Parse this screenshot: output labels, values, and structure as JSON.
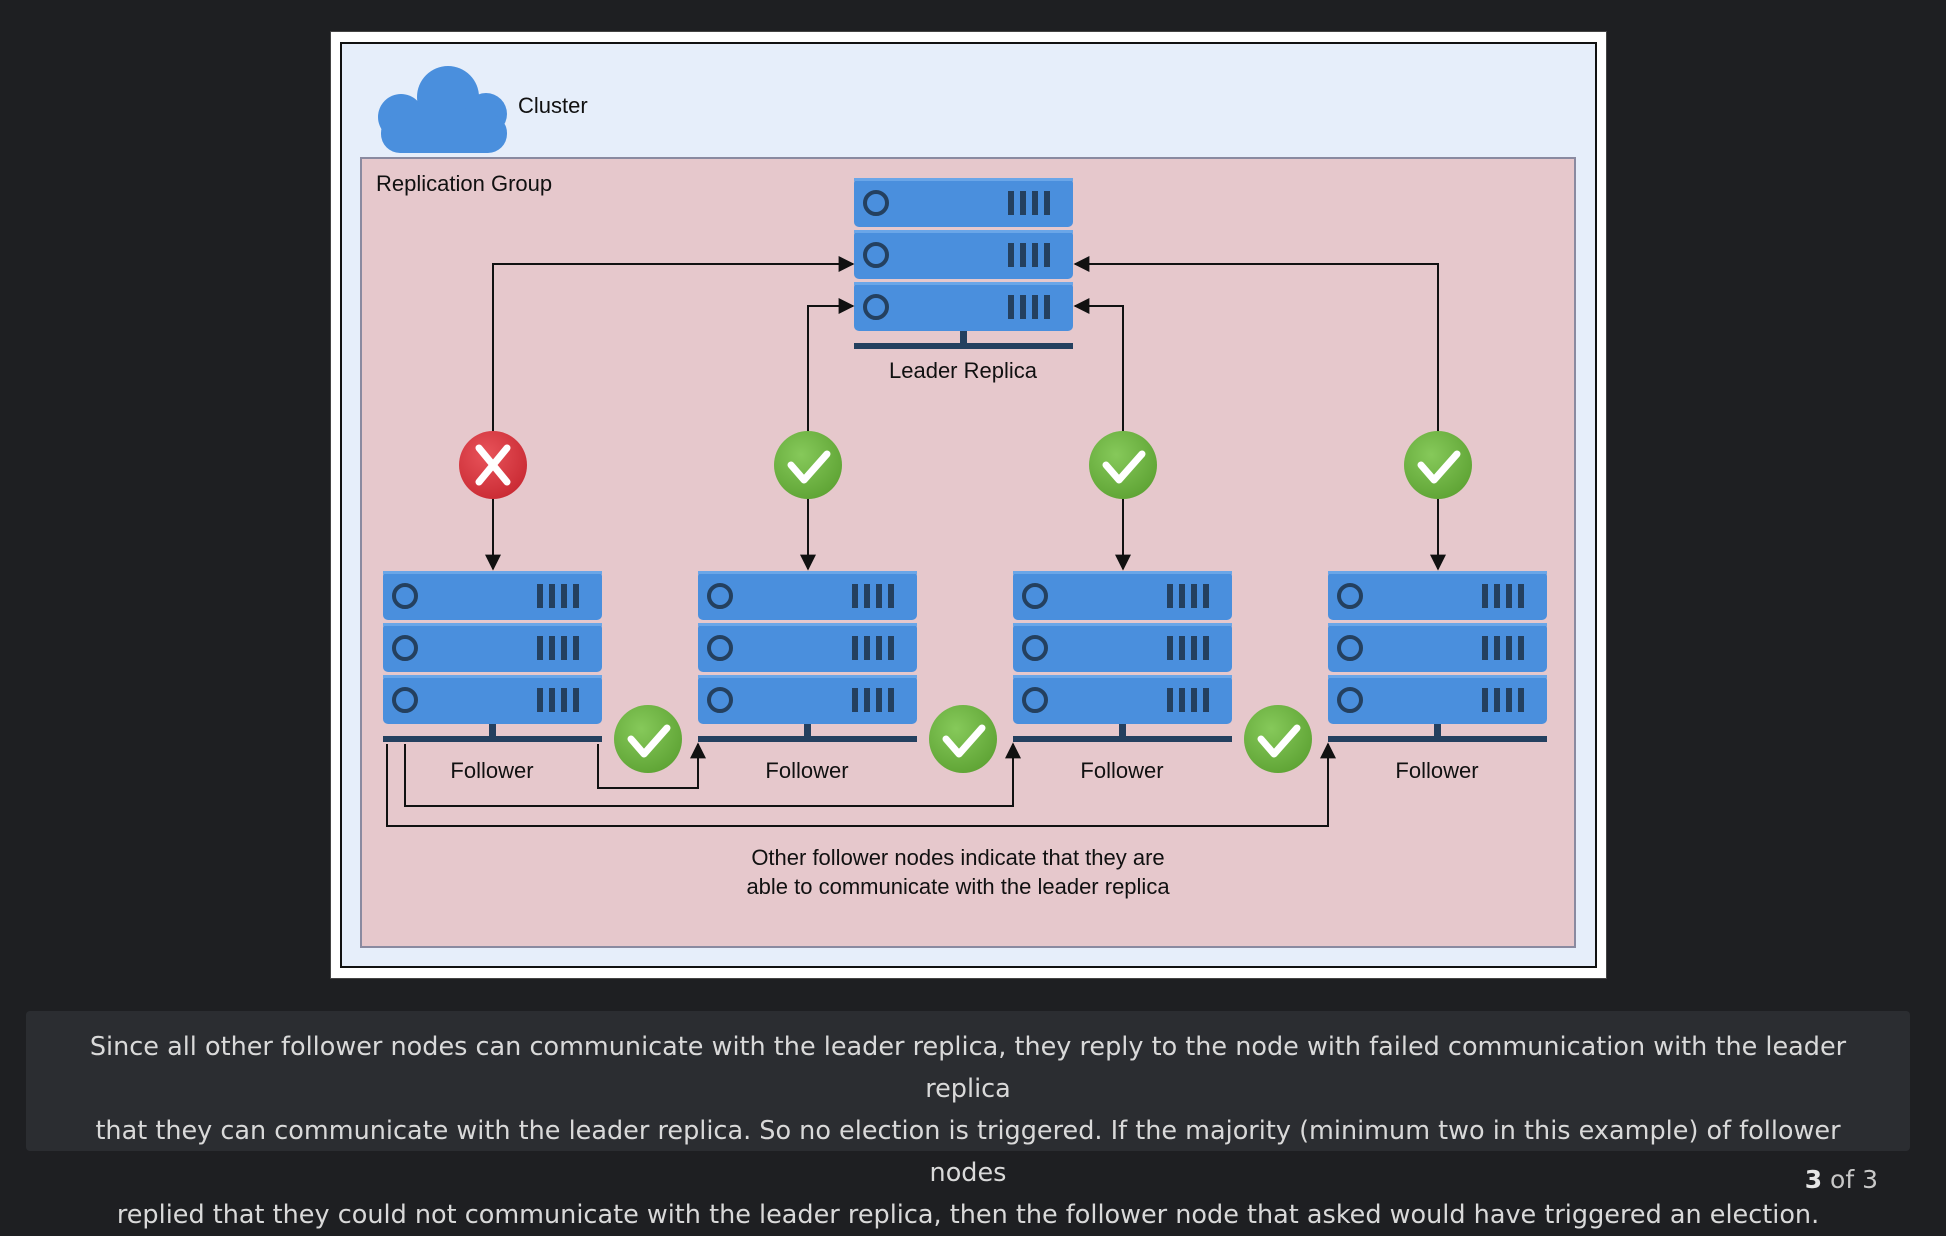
{
  "diagram": {
    "cluster_label": "Cluster",
    "group_label": "Replication Group",
    "leader_label": "Leader Replica",
    "followers": [
      {
        "label": "Follower",
        "status": "fail"
      },
      {
        "label": "Follower",
        "status": "ok"
      },
      {
        "label": "Follower",
        "status": "ok"
      },
      {
        "label": "Follower",
        "status": "ok"
      }
    ],
    "note_line1": "Other follower nodes indicate that they are",
    "note_line2": "able to communicate with the leader replica",
    "colors": {
      "cluster_bg": "#e6eefa",
      "group_bg": "#e6c8cc",
      "server_blue": "#4a8fdd",
      "server_dark": "#24405f",
      "ok_green": "#6db33f",
      "fail_red": "#d9343d"
    },
    "icons": [
      "cloud-icon",
      "server-icon",
      "check-icon",
      "x-icon"
    ]
  },
  "caption": {
    "line1": "Since all other follower nodes can communicate with the leader replica, they reply to the node with failed communication with the leader replica",
    "line2": "that they can communicate with the leader replica. So no election is triggered. If the majority (minimum two in this example) of follower nodes",
    "line3": "replied that they could not communicate with the leader replica, then the follower node that asked would have triggered an election."
  },
  "pager": {
    "current": "3",
    "of_text": "of 3"
  }
}
